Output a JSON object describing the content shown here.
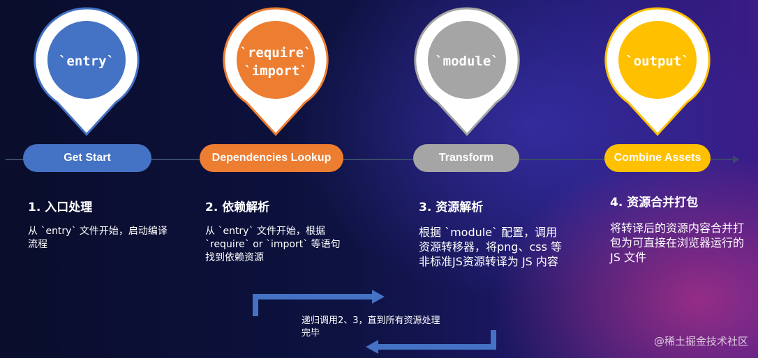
{
  "steps": [
    {
      "code_lines": [
        "`entry`"
      ],
      "pill": "Get Start",
      "title": "1. 入口处理",
      "desc": "从 `entry` 文件开始，启动编译流程",
      "color": "#4472c4"
    },
    {
      "code_lines": [
        "`require`",
        "`import`"
      ],
      "pill": "Dependencies Lookup",
      "title": "2. 依赖解析",
      "desc": "从 `entry` 文件开始，根据 `require` or `import` 等语句找到依赖资源",
      "color": "#ed7d31"
    },
    {
      "code_lines": [
        "`module`"
      ],
      "pill": "Transform",
      "title": "3. 资源解析",
      "desc": "根据 `module` 配置，调用资源转移器，将png、css 等非标准JS资源转译为 JS 内容",
      "color": "#a5a5a5"
    },
    {
      "code_lines": [
        "`output`"
      ],
      "pill": "Combine Assets",
      "title": "4. 资源合并打包",
      "desc": "将转译后的资源内容合并打包为可直接在浏览器运行的 JS 文件",
      "color": "#ffc000"
    }
  ],
  "loop_text": "递归调用2、3，直到所有资源处理完毕",
  "watermark": "@稀土掘金技术社区"
}
